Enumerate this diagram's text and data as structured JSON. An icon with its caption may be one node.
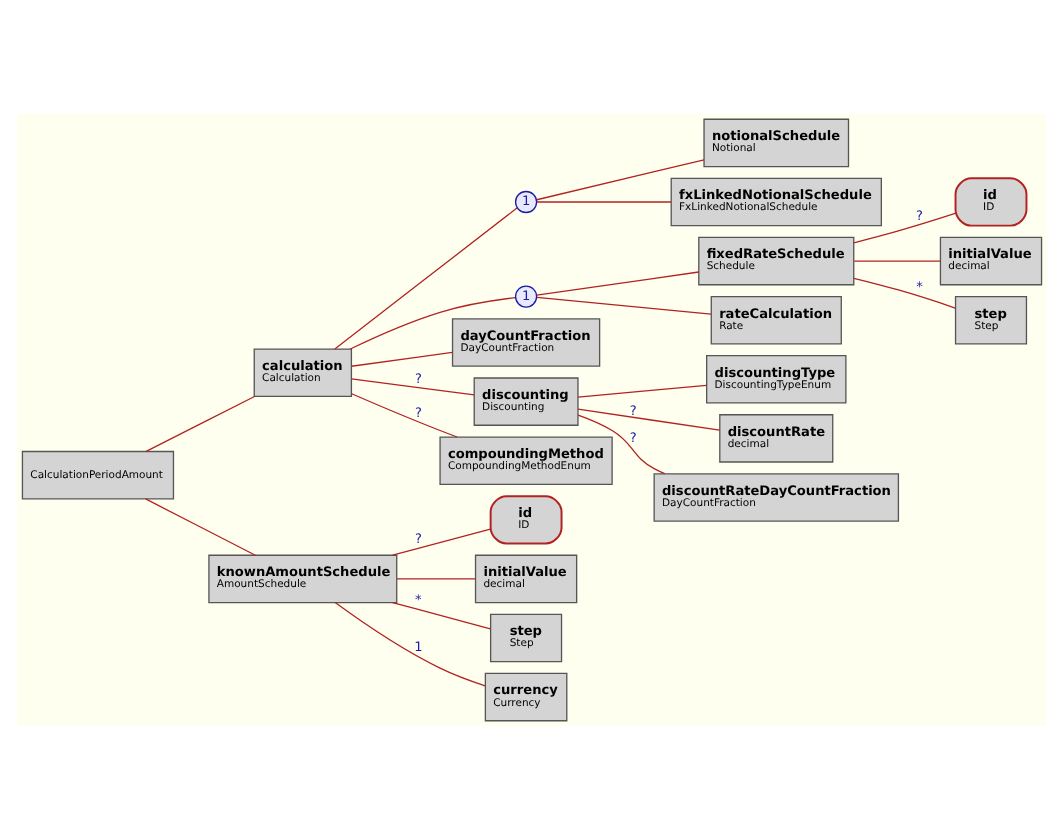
{
  "diagram": {
    "nodes": [
      {
        "text": [
          "CalculationPeriodAmount"
        ]
      },
      {
        "text": [
          "calculation",
          "Calculation"
        ]
      },
      {
        "text": [
          "1"
        ]
      },
      {
        "text": [
          "notionalSchedule",
          "Notional"
        ]
      },
      {
        "text": [
          "fxLinkedNotionalSchedule",
          "FxLinkedNotionalSchedule"
        ]
      },
      {
        "text": [
          "1"
        ]
      },
      {
        "text": [
          "fixedRateSchedule",
          "Schedule"
        ]
      },
      {
        "text": [
          "id",
          "ID"
        ]
      },
      {
        "text": [
          "initialValue",
          "decimal"
        ]
      },
      {
        "text": [
          "step",
          "Step"
        ]
      },
      {
        "text": [
          "rateCalculation",
          "Rate"
        ]
      },
      {
        "text": [
          "dayCountFraction",
          "DayCountFraction"
        ]
      },
      {
        "text": [
          "discounting",
          "Discounting"
        ]
      },
      {
        "text": [
          "discountingType",
          "DiscountingTypeEnum"
        ]
      },
      {
        "text": [
          "discountRate",
          "decimal"
        ]
      },
      {
        "text": [
          "discountRateDayCountFraction",
          "DayCountFraction"
        ]
      },
      {
        "text": [
          "compoundingMethod",
          "CompoundingMethodEnum"
        ]
      },
      {
        "text": [
          "knownAmountSchedule",
          "AmountSchedule"
        ]
      },
      {
        "text": [
          "id",
          "ID"
        ]
      },
      {
        "text": [
          "initialValue",
          "decimal"
        ]
      },
      {
        "text": [
          "step",
          "Step"
        ]
      },
      {
        "text": [
          "currency",
          "Currency"
        ]
      }
    ],
    "edges": [
      {
        "from": 0,
        "to": 1,
        "arrow": "none"
      },
      {
        "from": 0,
        "to": 17,
        "arrow": "none"
      },
      {
        "from": 1,
        "to": 2,
        "arrow": "none"
      },
      {
        "from": 2,
        "to": 3,
        "arrow": "none"
      },
      {
        "from": 2,
        "to": 4,
        "arrow": "none"
      },
      {
        "from": 1,
        "to": 5,
        "arrow": "none"
      },
      {
        "from": 5,
        "to": 6,
        "arrow": "none"
      },
      {
        "from": 6,
        "to": 7,
        "arrow": "none",
        "label": "?"
      },
      {
        "from": 6,
        "to": 8,
        "arrow": "none"
      },
      {
        "from": 6,
        "to": 9,
        "arrow": "none",
        "label": "*"
      },
      {
        "from": 5,
        "to": 10,
        "arrow": "none"
      },
      {
        "from": 1,
        "to": 11,
        "arrow": "none"
      },
      {
        "from": 1,
        "to": 12,
        "arrow": "none",
        "label": "?"
      },
      {
        "from": 12,
        "to": 13,
        "arrow": "none"
      },
      {
        "from": 12,
        "to": 14,
        "arrow": "none",
        "label": "?"
      },
      {
        "from": 12,
        "to": 15,
        "arrow": "none",
        "label": "?"
      },
      {
        "from": 1,
        "to": 16,
        "arrow": "none",
        "label": "?"
      },
      {
        "from": 17,
        "to": 18,
        "arrow": "none",
        "label": "?"
      },
      {
        "from": 17,
        "to": 19,
        "arrow": "none"
      },
      {
        "from": 17,
        "to": 20,
        "arrow": "none",
        "label": "*"
      },
      {
        "from": 17,
        "to": 21,
        "arrow": "none",
        "label": "1"
      }
    ]
  }
}
